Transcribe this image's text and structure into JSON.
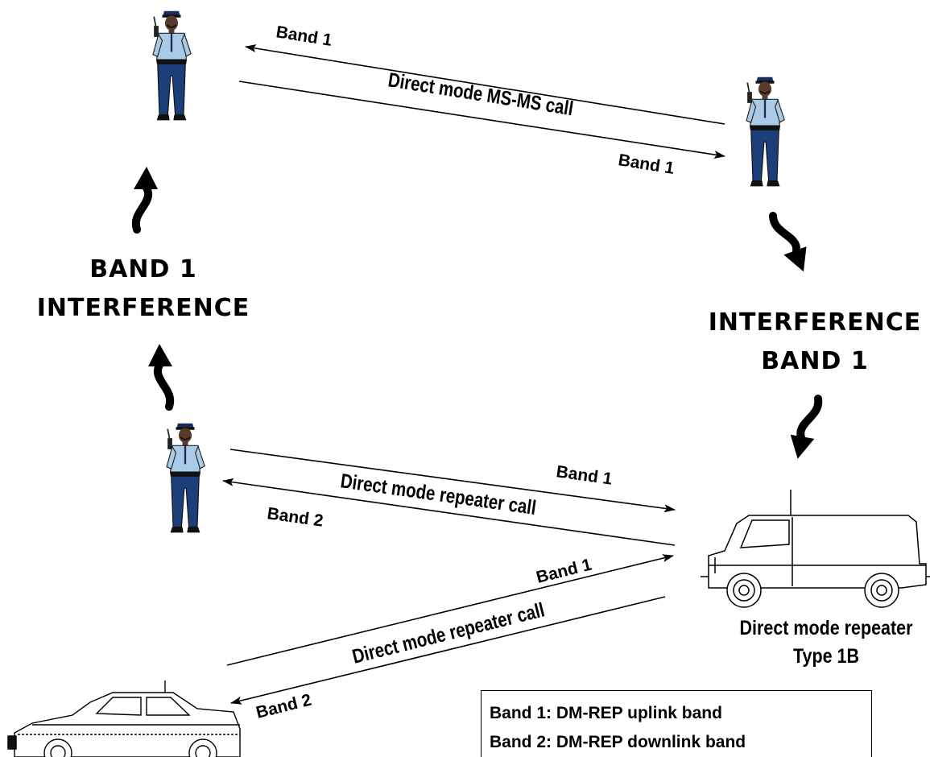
{
  "labels": {
    "top_band1_left": "Band 1",
    "top_call": "Direct mode MS-MS call",
    "top_band1_right": "Band 1",
    "left_interference_line1": "BAND 1",
    "left_interference_line2": "INTERFERENCE",
    "right_interference_line1": "INTERFERENCE",
    "right_interference_line2": "BAND 1",
    "mid_band1": "Band 1",
    "mid_call": "Direct mode repeater call",
    "mid_band2": "Band 2",
    "low_band1": "Band 1",
    "low_call": "Direct mode repeater call",
    "low_band2": "Band 2",
    "repeater_line1": "Direct mode repeater",
    "repeater_line2": "Type 1B"
  },
  "legend": {
    "line1": "Band 1: DM-REP uplink band",
    "line2": "Band 2: DM-REP downlink band"
  },
  "figures": {
    "officer_icon": "police-officer-with-radio",
    "van_icon": "repeater-van",
    "car_icon": "police-car",
    "arrow_icon": "curved-arrow"
  }
}
